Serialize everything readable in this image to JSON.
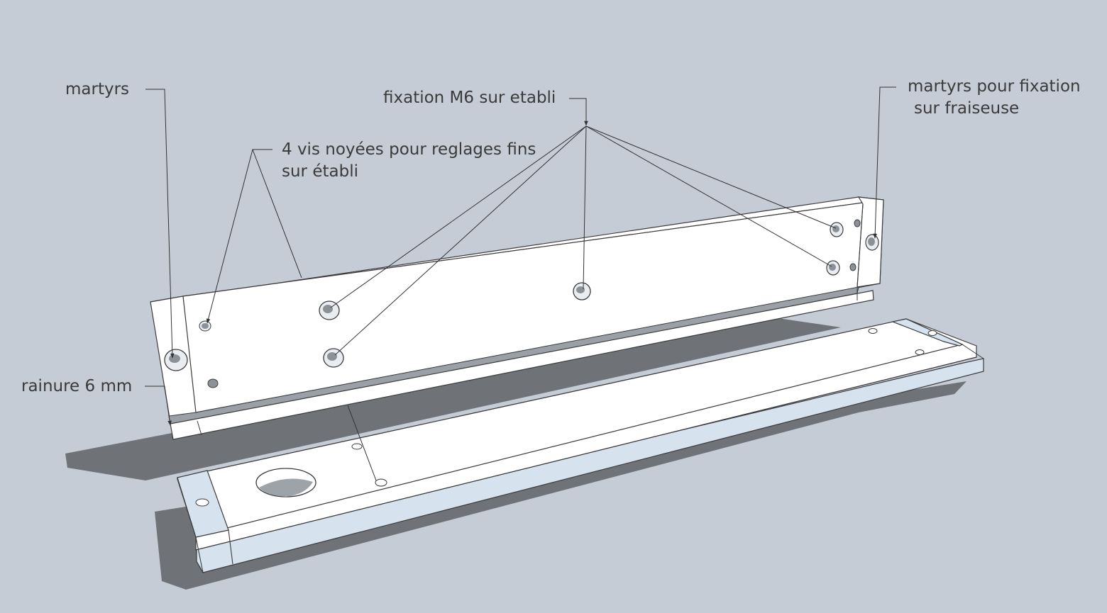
{
  "colors": {
    "background": "#c6ccd6",
    "shadow": "#6f7277",
    "face": "#ffffff",
    "side": "#e4e7ec",
    "bottom_face": "#d6e3ee",
    "groove": "#9aa0a6",
    "edge": "#3c3c3c",
    "leader": "#333333",
    "label_text": "#3a3a3a"
  },
  "labels": {
    "martyrs": "martyrs",
    "fixation": "fixation M6 sur etabli",
    "vis_line1": "4 vis noyées pour reglages fins",
    "vis_line2": "sur établi",
    "martyrs_fraiseuse_line1": "martyrs pour fixation",
    "martyrs_fraiseuse_line2": "sur fraiseuse",
    "rainure": "rainure 6 mm"
  }
}
